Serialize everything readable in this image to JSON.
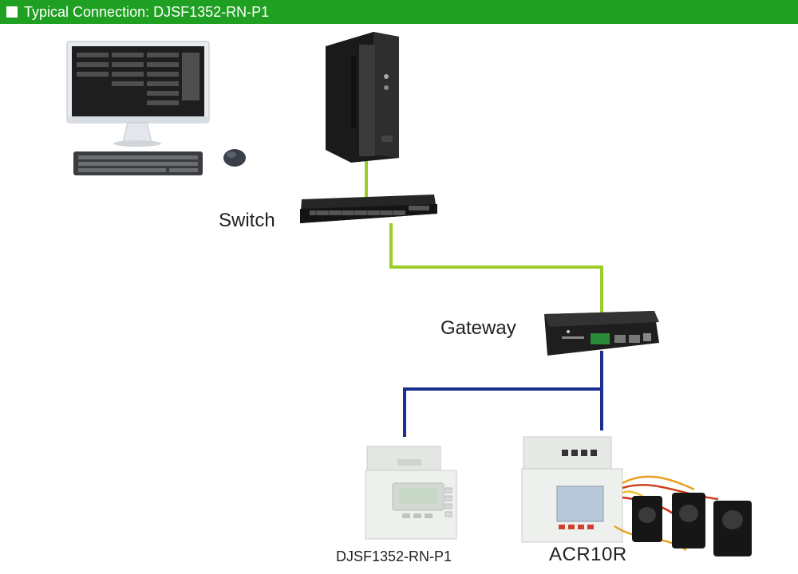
{
  "header": {
    "title": "Typical Connection: DJSF1352-RN-P1"
  },
  "nodes": {
    "switch_label": "Switch",
    "gateway_label": "Gateway",
    "meter_label": "DJSF1352-RN-P1",
    "acr_label": "ACR10R"
  },
  "colors": {
    "header_bg": "#1fa022",
    "ethernet_line": "#9ccc2a",
    "rs485_line": "#1c2f8f"
  },
  "icons": [
    "computer-icon",
    "server-tower-icon",
    "network-switch-icon",
    "gateway-icon",
    "din-rail-meter-icon",
    "acr10r-meter-icon",
    "current-transformer-icon"
  ]
}
